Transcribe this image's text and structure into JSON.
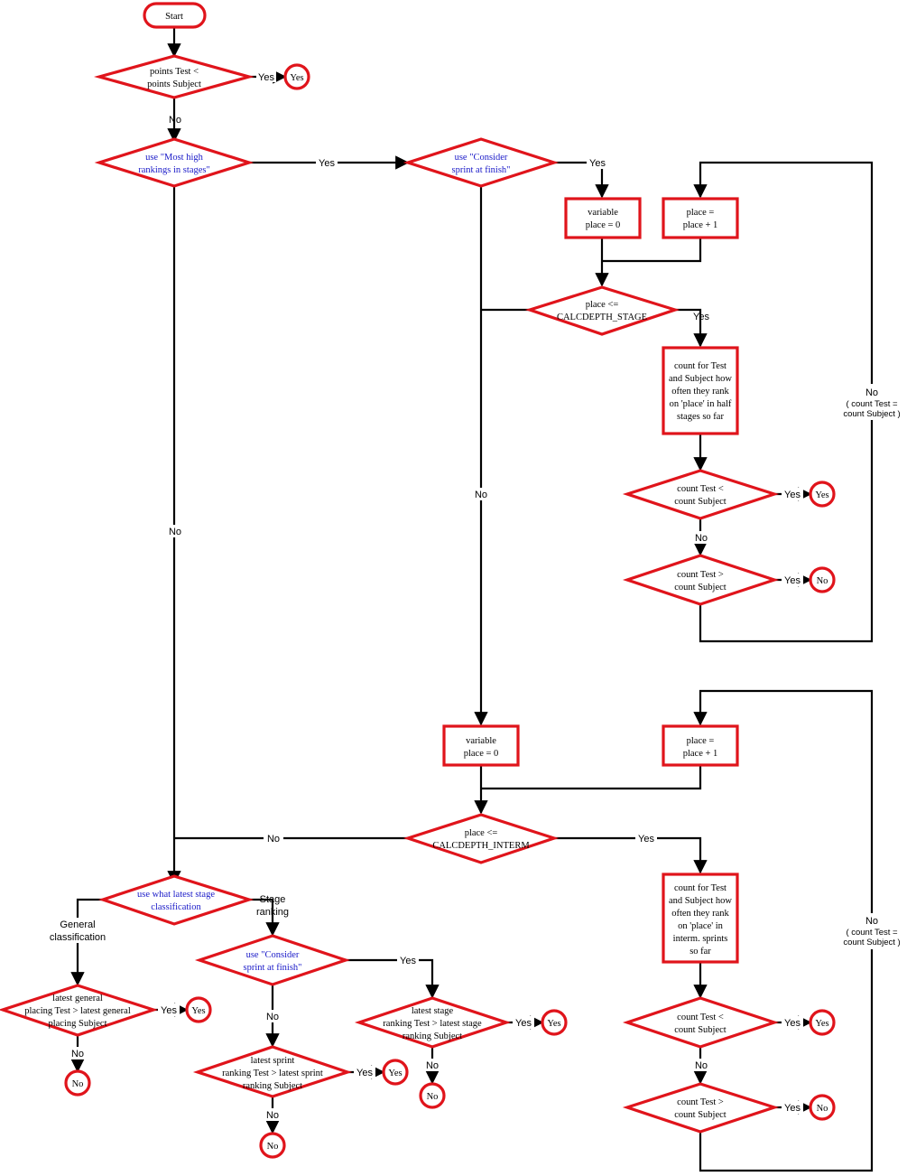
{
  "colors": {
    "shape_stroke": "#e0141b",
    "line": "#000000",
    "highlight_text": "#1a1ac8"
  },
  "nodes": {
    "start": "Start",
    "d_points": [
      "points Test <",
      "points Subject"
    ],
    "t_points_yes": "Yes",
    "d_most_high": [
      "use \"Most high",
      "rankings in stages\""
    ],
    "d_sprint_top": [
      "use \"Consider",
      "sprint at finish\""
    ],
    "p_var_top": [
      "variable",
      "place = 0"
    ],
    "p_inc_top": [
      "place =",
      "place + 1"
    ],
    "d_calc_stage": [
      "place <=",
      "CALCDEPTH_STAGE"
    ],
    "p_count_half": [
      "count for Test",
      "and Subject how",
      "often they rank",
      "on 'place' in half",
      "stages so far"
    ],
    "d_count_lt_top": [
      "count Test <",
      "count Subject"
    ],
    "t_count_lt_top_yes": "Yes",
    "d_count_gt_top": [
      "count Test >",
      "count Subject"
    ],
    "t_count_gt_top_no": "No",
    "p_var_mid": [
      "variable",
      "place = 0"
    ],
    "p_inc_mid": [
      "place =",
      "place + 1"
    ],
    "d_calc_interm": [
      "place <=",
      "CALCDEPTH_INTERM"
    ],
    "p_count_interm": [
      "count for Test",
      "and Subject how",
      "often they rank",
      "on 'place' in",
      "interm. sprints",
      "so far"
    ],
    "d_count_lt_bot": [
      "count Test <",
      "count Subject"
    ],
    "t_count_lt_bot_yes": "Yes",
    "d_count_gt_bot": [
      "count Test >",
      "count Subject"
    ],
    "t_count_gt_bot_no": "No",
    "d_latest_stage": [
      "use what latest stage",
      "classification"
    ],
    "d_latest_general": [
      "latest general",
      "placing Test > latest general",
      "placing Subject"
    ],
    "t_general_yes": "Yes",
    "t_general_no": "No",
    "d_sprint_bot": [
      "use \"Consider",
      "sprint at finish\""
    ],
    "d_latest_sprint": [
      "latest sprint",
      "ranking Test > latest sprint",
      "ranking Subject"
    ],
    "t_sprint_yes": "Yes",
    "t_sprint_no": "No",
    "d_latest_stage_rank": [
      "latest stage",
      "ranking Test > latest stage",
      "ranking Subject"
    ],
    "t_stage_rank_yes": "Yes",
    "t_stage_rank_no": "No"
  },
  "edge_labels": {
    "points_yes": "Yes",
    "points_no": "No",
    "most_high_yes": "Yes",
    "most_high_no": "No",
    "sprint_top_yes": "Yes",
    "sprint_top_no": "No",
    "calc_stage_yes": "Yes",
    "loop_top_no": [
      "No",
      "( count Test =",
      "count Subject )"
    ],
    "count_lt_top_yes": "Yes",
    "count_lt_top_no": "No",
    "count_gt_top_yes": "Yes",
    "calc_interm_no": "No",
    "calc_interm_yes": "Yes",
    "loop_bot_no": [
      "No",
      "( count Test =",
      "count Subject )"
    ],
    "count_lt_bot_yes": "Yes",
    "count_lt_bot_no": "No",
    "count_gt_bot_yes": "Yes",
    "general_classification": [
      "General",
      "classification"
    ],
    "stage_ranking": [
      "Stage",
      "ranking"
    ],
    "general_yes": "Yes",
    "general_no": "No",
    "sprint_bot_yes": "Yes",
    "sprint_bot_no": "No",
    "latest_sprint_yes": "Yes",
    "latest_sprint_no": "No",
    "stage_rank_yes": "Yes",
    "stage_rank_no": "No"
  }
}
